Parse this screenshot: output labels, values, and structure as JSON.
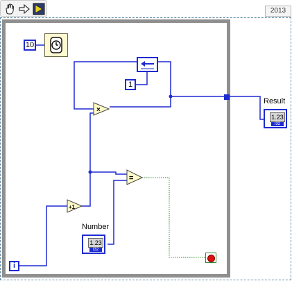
{
  "toolbar": {
    "tools": [
      {
        "icon": "hand-pan-icon"
      },
      {
        "icon": "arrow-right-icon"
      },
      {
        "icon": "run-arrow-icon"
      }
    ]
  },
  "version_badge": "2013",
  "constants": {
    "wait_ms": "10",
    "shift_init": "1"
  },
  "iteration_terminal": "i",
  "nodes": {
    "multiply": "×",
    "increment": "+1",
    "equal": "="
  },
  "controls": {
    "number": {
      "label": "Number",
      "display": "1.23",
      "dtype": "I32"
    }
  },
  "indicators": {
    "result": {
      "label": "Result",
      "display": "1.23",
      "dtype": "I32"
    }
  },
  "colors": {
    "wire_int": "#1e2bd2",
    "wire_bool": "#2b8a2b",
    "loop_border": "#8f8f8f"
  }
}
